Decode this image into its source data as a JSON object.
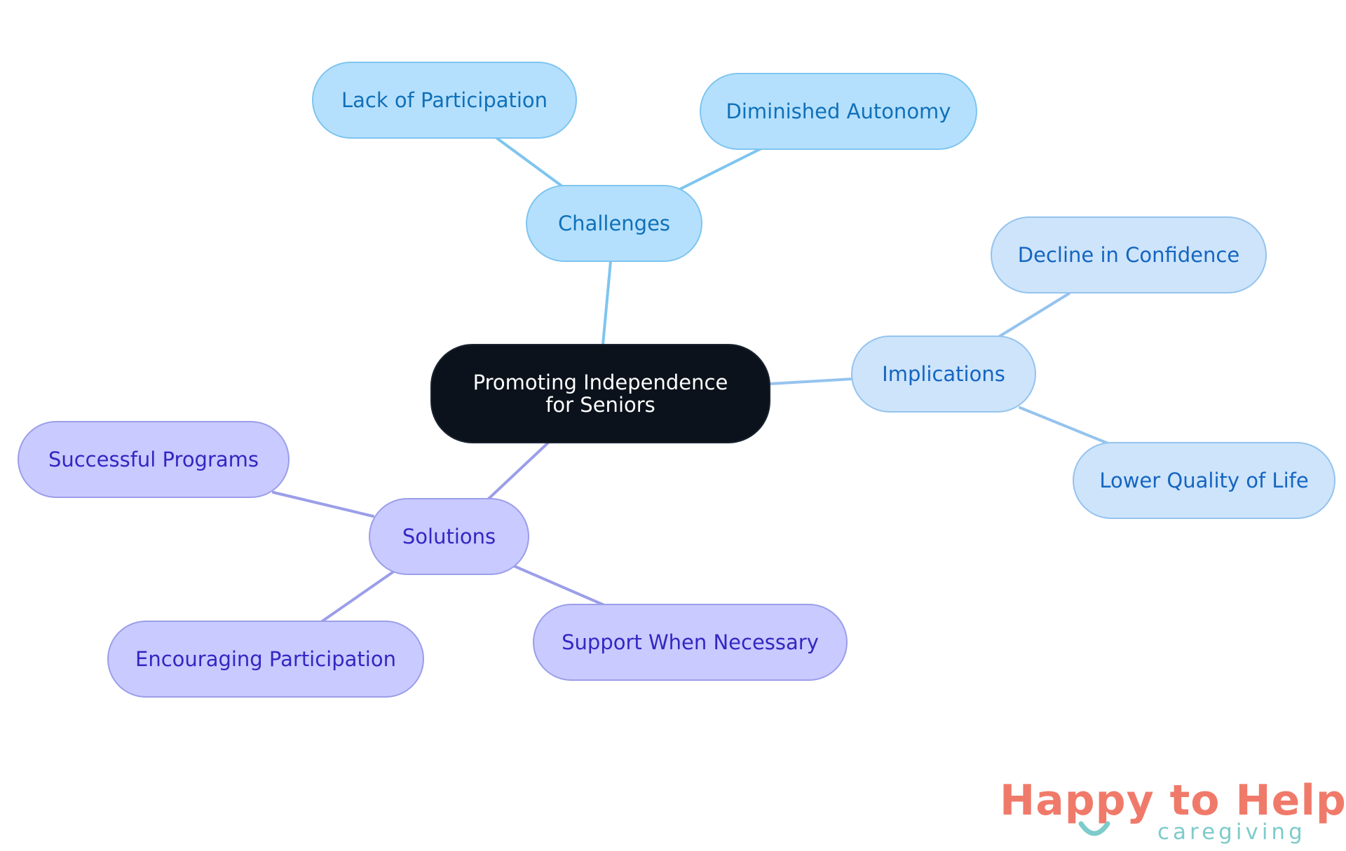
{
  "diagram": {
    "root": {
      "label": "Promoting Independence for Seniors"
    },
    "branches": {
      "challenges": {
        "label": "Challenges",
        "children": [
          "Lack of Participation",
          "Diminished Autonomy"
        ]
      },
      "implications": {
        "label": "Implications",
        "children": [
          "Decline in Confidence",
          "Lower Quality of Life"
        ]
      },
      "solutions": {
        "label": "Solutions",
        "children": [
          "Successful Programs",
          "Encouraging Participation",
          "Support When Necessary"
        ]
      }
    }
  },
  "logo": {
    "word1": "Happy",
    "word2": "to",
    "word3": "Help",
    "subtitle": "caregiving",
    "coral_color": "#f07a6a",
    "teal_color": "#7ecbcb"
  },
  "colors": {
    "root_fill": "#0c121b",
    "challenges_fill": "#b5e0fd",
    "challenges_edge": "#7ec5ef",
    "implications_fill": "#cde4fb",
    "implications_edge": "#95c3ee",
    "solutions_fill": "#c9caff",
    "solutions_edge": "#9b9ee9"
  }
}
